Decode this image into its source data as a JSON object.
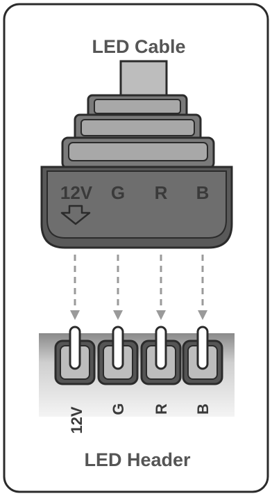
{
  "title": "LED Cable",
  "footer": "LED Header",
  "connector": {
    "pins": [
      "12V",
      "G",
      "R",
      "B"
    ]
  },
  "header": {
    "pins": [
      "12V",
      "G",
      "R",
      "B"
    ]
  },
  "colors": {
    "frame": "#2b2b2b",
    "body_dark": "#595959",
    "body_mid": "#6e6e6e",
    "body_light": "#bdbdbd",
    "pin_label": "#3a3a3a",
    "arrow": "#9a9a9a",
    "pin_base": "#555555",
    "header_bg": "#e6e6e6"
  }
}
